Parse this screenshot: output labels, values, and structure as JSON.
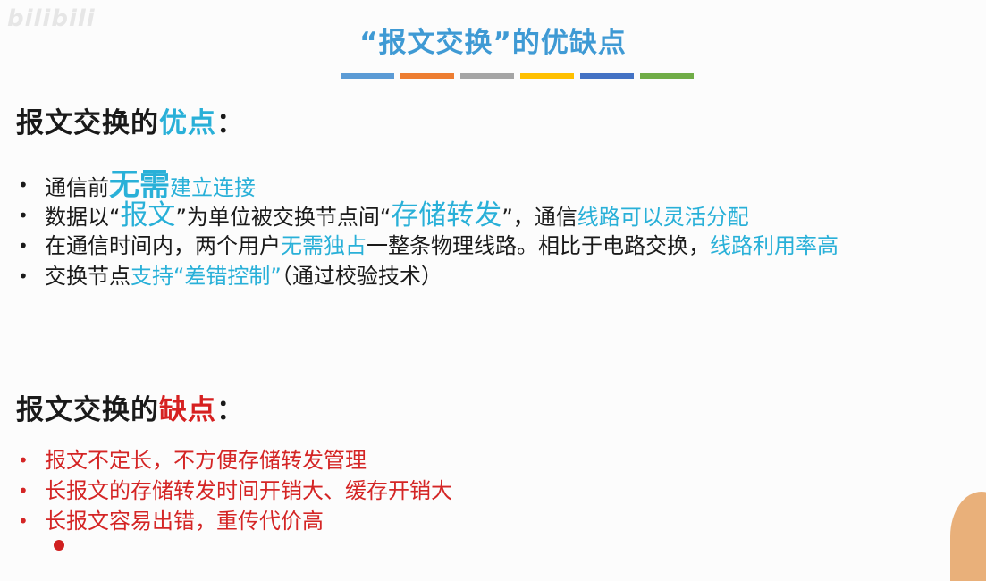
{
  "watermark": "bilibili",
  "title": "“报文交换”的优缺点",
  "color_bar": [
    "#5b9bd5",
    "#ed7d31",
    "#a5a5a5",
    "#ffc000",
    "#4472c4",
    "#70ad47"
  ],
  "advantages": {
    "heading_prefix": "报文交换的",
    "heading_highlight": "优点",
    "heading_suffix": "：",
    "items": [
      [
        {
          "t": "通信前",
          "s": ""
        },
        {
          "t": "无需",
          "s": "blue big1"
        },
        {
          "t": "建立连接",
          "s": "blue"
        }
      ],
      [
        {
          "t": "数据以“",
          "s": ""
        },
        {
          "t": "报文",
          "s": "blue big2"
        },
        {
          "t": "”为单位被交换节点间“",
          "s": ""
        },
        {
          "t": "存储转发",
          "s": "blue big2"
        },
        {
          "t": "”，通信",
          "s": ""
        },
        {
          "t": "线路可以灵活分配",
          "s": "blue"
        }
      ],
      [
        {
          "t": "在通信时间内，两个用户",
          "s": ""
        },
        {
          "t": "无需独占",
          "s": "blue"
        },
        {
          "t": "一整条物理线路。相比于电路交换，",
          "s": ""
        },
        {
          "t": "线路利用率高",
          "s": "blue"
        }
      ],
      [
        {
          "t": "交换节点",
          "s": ""
        },
        {
          "t": "支持“差错控制”",
          "s": "blue"
        },
        {
          "t": "（通过校验技术）",
          "s": ""
        }
      ]
    ]
  },
  "disadvantages": {
    "heading_prefix": "报文交换的",
    "heading_highlight": "缺点",
    "heading_suffix": "：",
    "items": [
      "报文不定长，不方便存储转发管理",
      "长报文的存储转发时间开销大、缓存开销大",
      "长报文容易出错，重传代价高"
    ]
  }
}
